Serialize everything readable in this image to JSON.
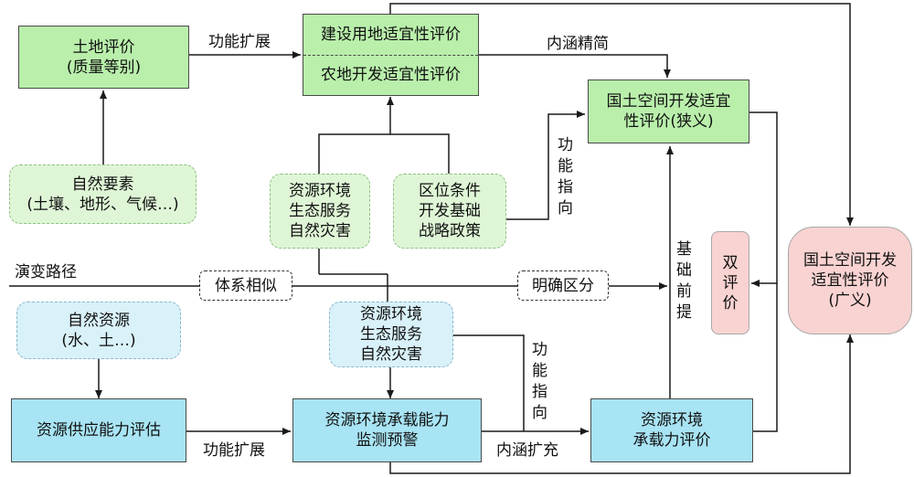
{
  "nodes": {
    "land_eval": {
      "lines": [
        "土地评价",
        "(质量等别)"
      ]
    },
    "construction_eval": {
      "text": "建设用地适宜性评价"
    },
    "farmland_eval": {
      "text": "农地开发适宜性评价"
    },
    "natural_elements": {
      "lines": [
        "自然要素",
        "(土壤、地形、气候…)"
      ]
    },
    "resource_env_top": {
      "lines": [
        "资源环境",
        "生态服务",
        "自然灾害"
      ]
    },
    "location_conditions": {
      "lines": [
        "区位条件",
        "开发基础",
        "战略政策"
      ]
    },
    "narrow_suitability": {
      "lines": [
        "国土空间开发适宜",
        "性评价(狭义)"
      ]
    },
    "double_eval": {
      "chars": [
        "双",
        "评",
        "价"
      ]
    },
    "broad_suitability": {
      "lines": [
        "国土空间开发",
        "适宜性评价",
        "(广义)"
      ]
    },
    "system_similar": {
      "text": "体系相似"
    },
    "clear_distinction": {
      "text": "明确区分"
    },
    "natural_resources": {
      "lines": [
        "自然资源",
        "(水、土…)"
      ]
    },
    "resource_env_mid": {
      "lines": [
        "资源环境",
        "生态服务",
        "自然灾害"
      ]
    },
    "supply_capacity": {
      "text": "资源供应能力评估"
    },
    "capacity_monitoring": {
      "lines": [
        "资源环境承载能力",
        "监测预警"
      ]
    },
    "carrying_capacity": {
      "lines": [
        "资源环境",
        "承载力评价"
      ]
    }
  },
  "labels": {
    "function_expand_top": "功能扩展",
    "connotation_simplify": "内涵精简",
    "function_direction_top": [
      "功",
      "能",
      "指",
      "向"
    ],
    "evolution_path": "演变路径",
    "basic_premise": [
      "基",
      "础",
      "前",
      "提"
    ],
    "function_direction_bottom": [
      "功",
      "能",
      "指",
      "向"
    ],
    "function_expand_bottom": "功能扩展",
    "connotation_expand": "内涵扩充"
  },
  "colors": {
    "green_solid": "#b9efab",
    "green_dash": "#dff6d6",
    "blue_solid": "#a8e4f4",
    "blue_dash": "#d9f1f9",
    "pink": "#f8d3d1",
    "line": "#1a1a1a"
  }
}
